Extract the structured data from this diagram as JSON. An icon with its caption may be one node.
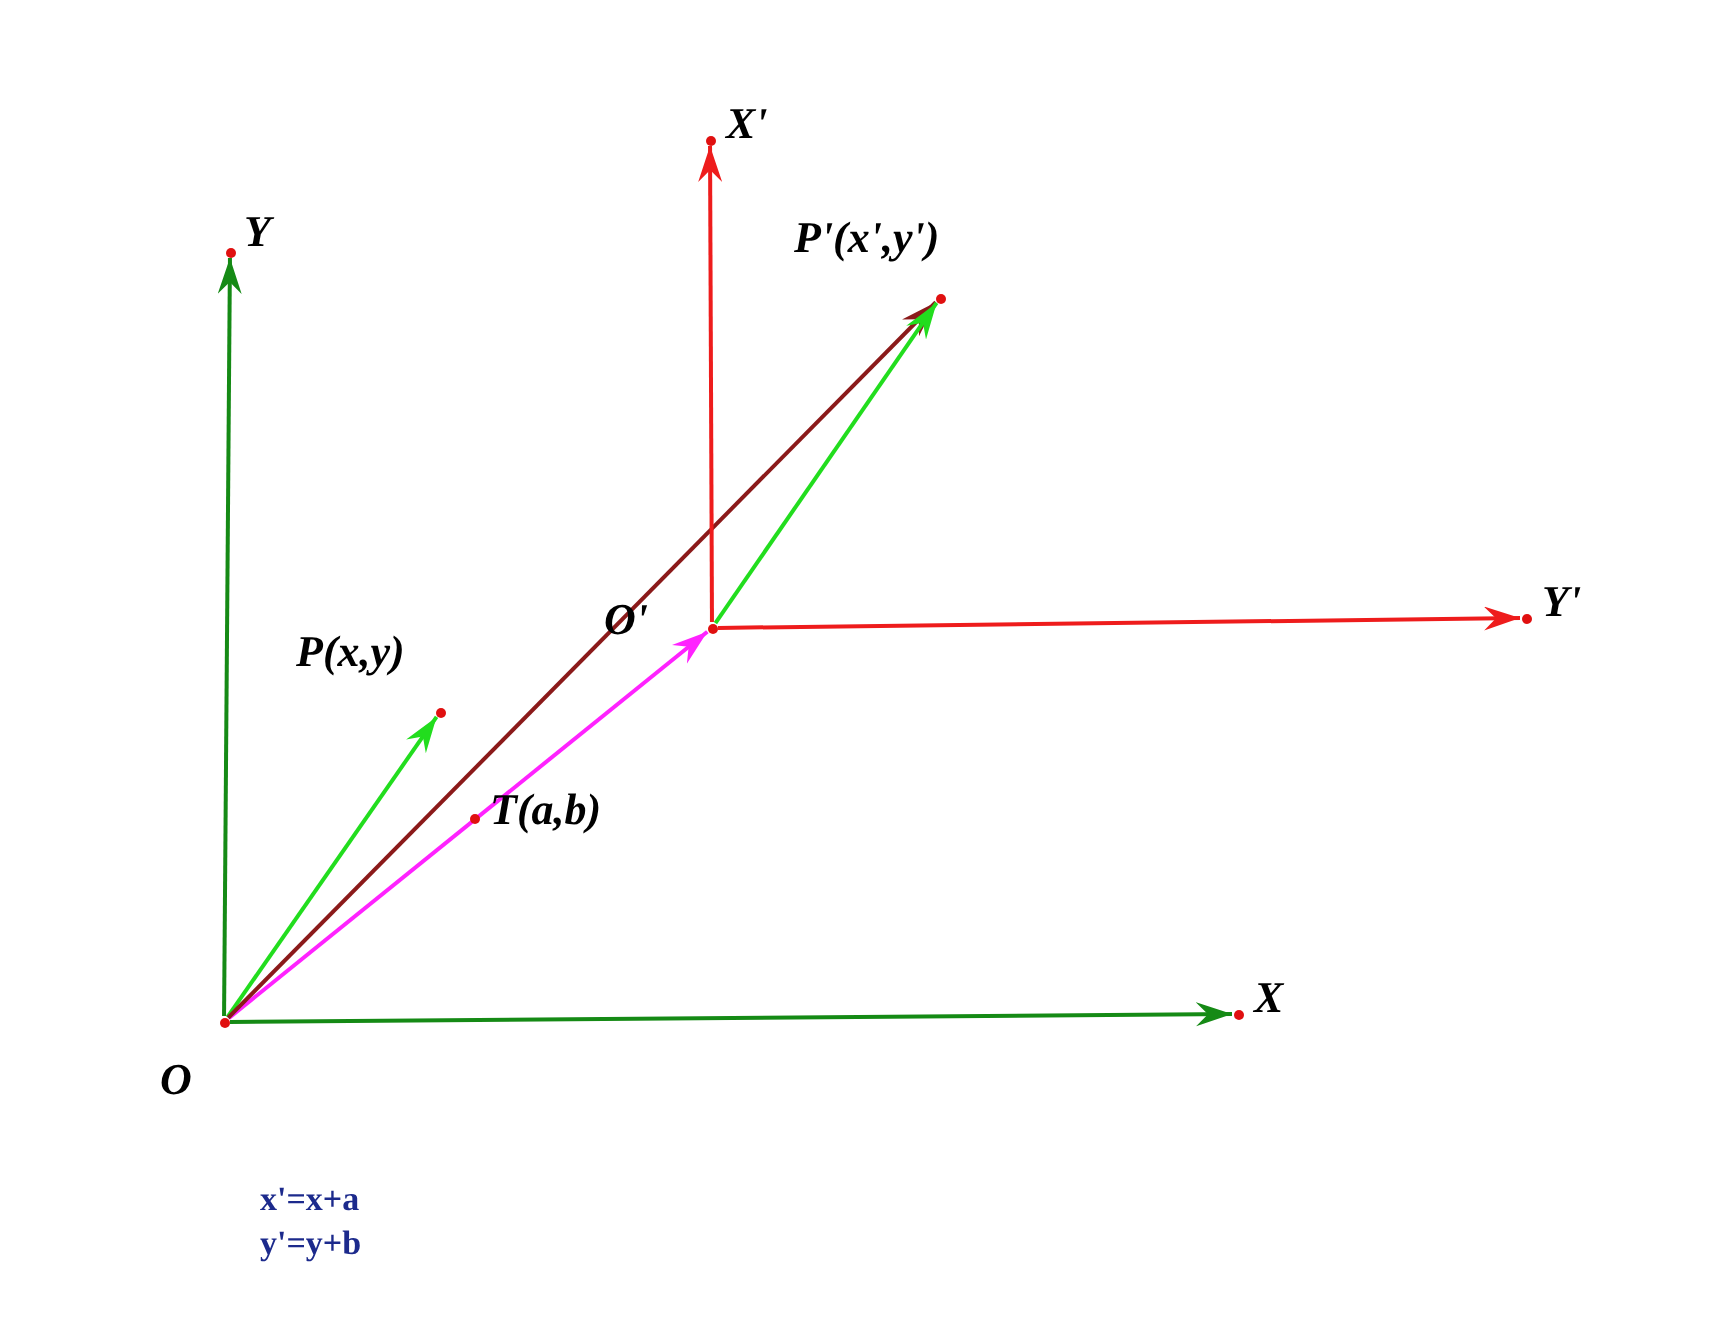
{
  "diagram": {
    "nodes": [
      {
        "text": [
          "O"
        ]
      },
      {
        "text": [
          "X"
        ]
      },
      {
        "text": [
          "Y"
        ]
      },
      {
        "text": [
          "O'"
        ]
      },
      {
        "text": [
          "X'"
        ]
      },
      {
        "text": [
          "Y'"
        ]
      },
      {
        "text": [
          "P(x,y)"
        ]
      },
      {
        "text": [
          "P'(x',y')"
        ]
      }
    ],
    "edges": [
      {
        "from": 0,
        "to": 1,
        "arrow": "to",
        "color": "#158a15"
      },
      {
        "from": 0,
        "to": 2,
        "arrow": "to",
        "color": "#158a15"
      },
      {
        "from": 0,
        "to": 6,
        "arrow": "to",
        "color": "#22dd1e"
      },
      {
        "from": 0,
        "to": 3,
        "arrow": "to",
        "label": "T(a,b)",
        "color": "#ff22ff"
      },
      {
        "from": 0,
        "to": 7,
        "arrow": "to",
        "color": "#8b1a1a"
      },
      {
        "from": 3,
        "to": 4,
        "arrow": "to",
        "color": "#ee1c1c"
      },
      {
        "from": 3,
        "to": 5,
        "arrow": "to",
        "color": "#ee1c1c"
      },
      {
        "from": 3,
        "to": 7,
        "arrow": "to",
        "color": "#22dd1e"
      }
    ],
    "labels": [
      "x'=x+a",
      "y'=y+b"
    ]
  }
}
